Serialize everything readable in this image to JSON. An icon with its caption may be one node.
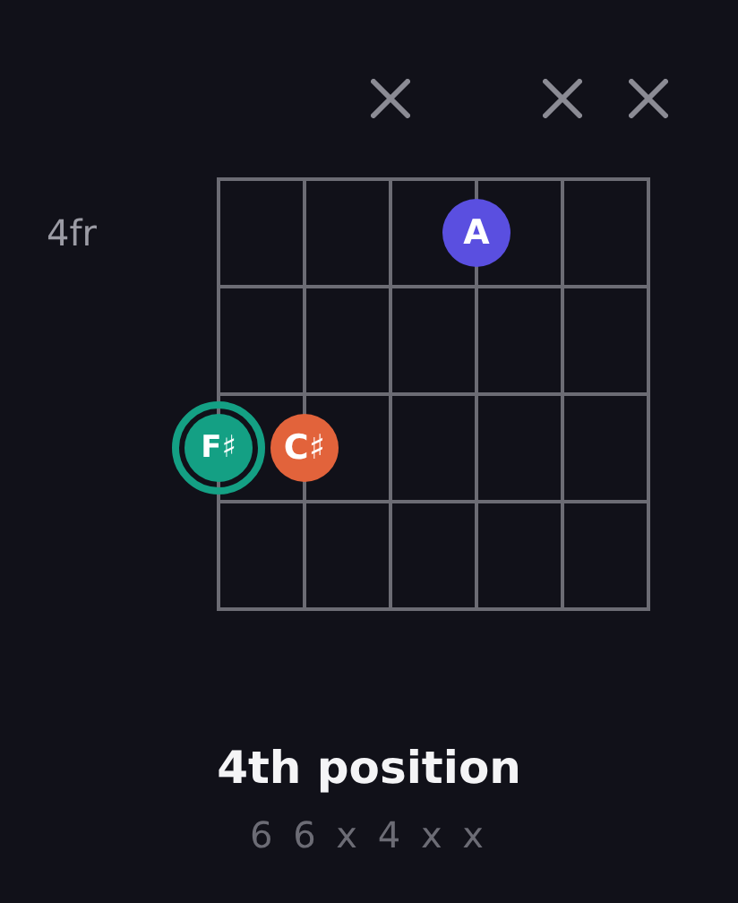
{
  "diagram": {
    "title": "4th position",
    "nodes": [
      {
        "text": [
          "A"
        ]
      },
      {
        "text": [
          "F♯"
        ]
      },
      {
        "text": [
          "C♯"
        ]
      }
    ],
    "labels": [
      "4fr",
      "6 6 x 4 x x"
    ]
  }
}
